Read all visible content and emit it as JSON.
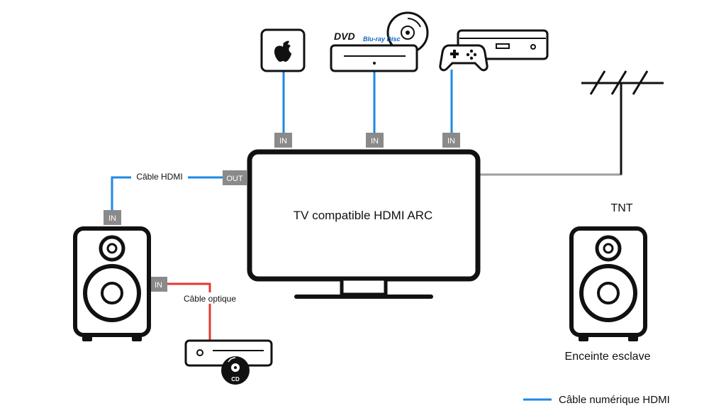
{
  "labels": {
    "tv": "TV compatible HDMI ARC",
    "cable_hdmi": "Câble HDMI",
    "cable_optique": "Câble optique",
    "tnt": "TNT",
    "enceinte_esclave": "Enceinte esclave",
    "legend": "Câble numérique HDMI"
  },
  "ports": {
    "in": "IN",
    "out": "OUT"
  },
  "devices": {
    "dvd_logo": "DVD",
    "bluray_logo": "Blu-ray Disc",
    "cd_logo": "CD"
  },
  "colors": {
    "hdmi": "#1e88e5",
    "optical": "#e53935",
    "antenna_line": "#9e9e9e",
    "port_box": "#8a8a8a",
    "outline": "#111111"
  },
  "icons": [
    "apple-tv-icon",
    "dvd-bluray-player-icon",
    "disc-icon",
    "game-console-icon",
    "gamepad-icon",
    "antenna-icon",
    "speaker-icon",
    "cd-player-icon",
    "cd-disc-icon"
  ]
}
